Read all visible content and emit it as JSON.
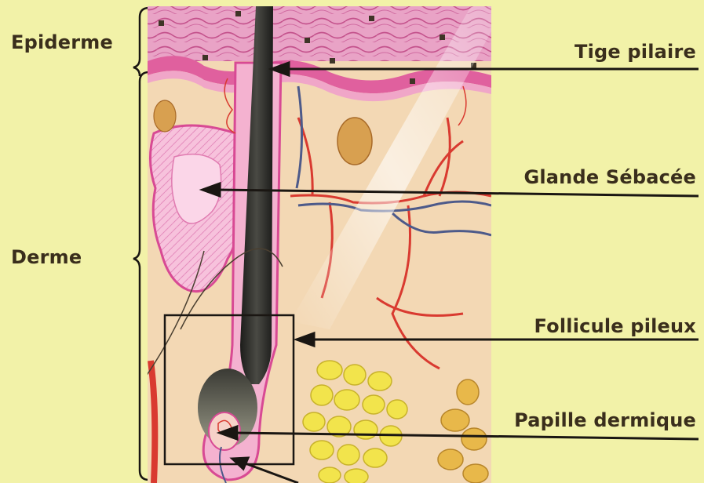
{
  "labels": {
    "left": {
      "epiderme": "Epiderme",
      "derme": "Derme"
    },
    "right": {
      "tige_pilaire": "Tige pilaire",
      "glande_sebacee": "Glande Sébacée",
      "follicule_pileux": "Follicule pileux",
      "papille_dermique": "Papille dermique"
    }
  },
  "colors": {
    "background": "#f2f2a8",
    "text": "#3a2e1c",
    "epidermis": "#e88ab8",
    "dermis": "#f3d8b4",
    "hair": "#2a2a26",
    "gland": "#f4b6d4",
    "fat": "#f2e44c",
    "artery": "#d93a30",
    "vein": "#4d5a8a",
    "pointer": "#1a1612"
  }
}
